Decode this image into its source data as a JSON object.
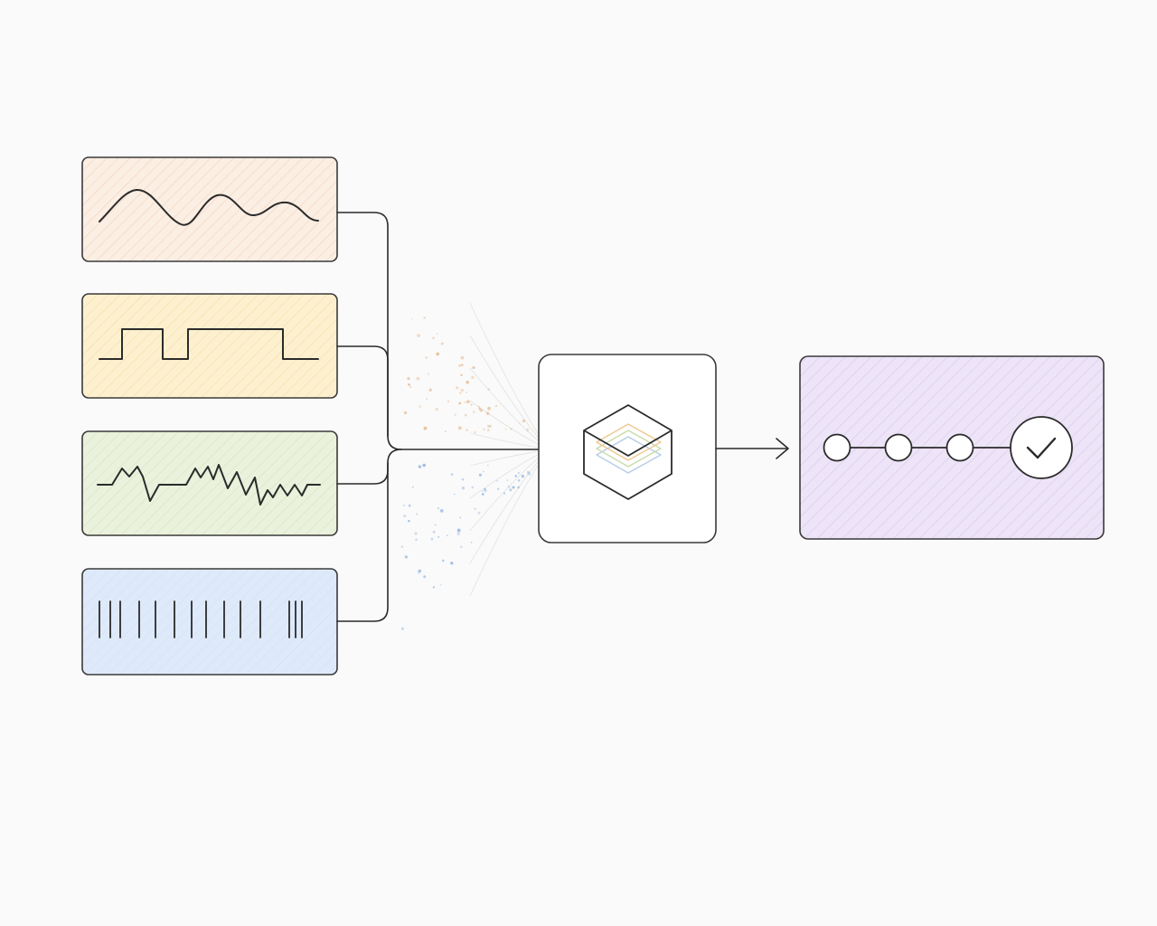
{
  "diagram": {
    "inputs": [
      {
        "id": "smooth-wave",
        "icon": "smooth-wave-icon",
        "fill": "#fbeee3",
        "hatch": "#efcfb8"
      },
      {
        "id": "square-wave",
        "icon": "square-wave-icon",
        "fill": "#fdf0cf",
        "hatch": "#f1dba0"
      },
      {
        "id": "noisy-wave",
        "icon": "noisy-wave-icon",
        "fill": "#eaf1dc",
        "hatch": "#d4e3b8"
      },
      {
        "id": "spike-train",
        "icon": "spike-train-icon",
        "fill": "#deeafa",
        "hatch": "#bfd3f0"
      }
    ],
    "processor": {
      "icon": "layered-cube-icon",
      "fill": "#ffffff"
    },
    "output": {
      "icon": "sequence-steps-icon",
      "fill": "#ede4f7",
      "hatch": "#d8c8ee",
      "steps": 3,
      "final": "check-icon"
    },
    "colors": {
      "stroke": "#2b2b2b",
      "border": "#3a3a3a",
      "particles_warm": "#e6b98f",
      "particles_cool": "#8fb3dd"
    }
  }
}
